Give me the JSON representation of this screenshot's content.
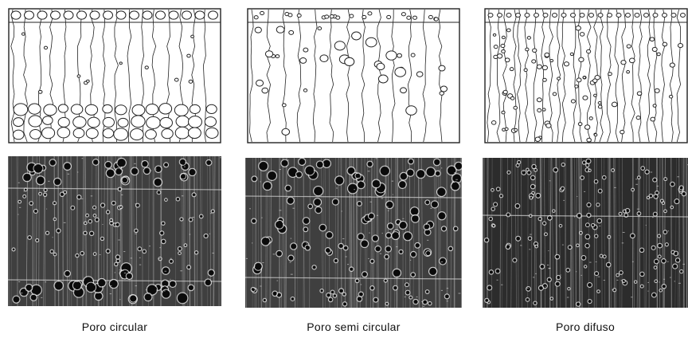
{
  "captions": {
    "ring_porous": "Poro circular",
    "semi_ring_porous": "Poro semi circular",
    "diffuse_porous": "Poro difuso"
  },
  "colors": {
    "background": "#ffffff",
    "ink": "#222222",
    "photo_dark": "#2a2a2a",
    "photo_light": "#e6e6e6"
  },
  "specimens": [
    {
      "id": "ring-porous",
      "pore_distribution": "ring"
    },
    {
      "id": "semi-ring-porous",
      "pore_distribution": "semi-ring"
    },
    {
      "id": "diffuse-porous",
      "pore_distribution": "diffuse"
    }
  ]
}
